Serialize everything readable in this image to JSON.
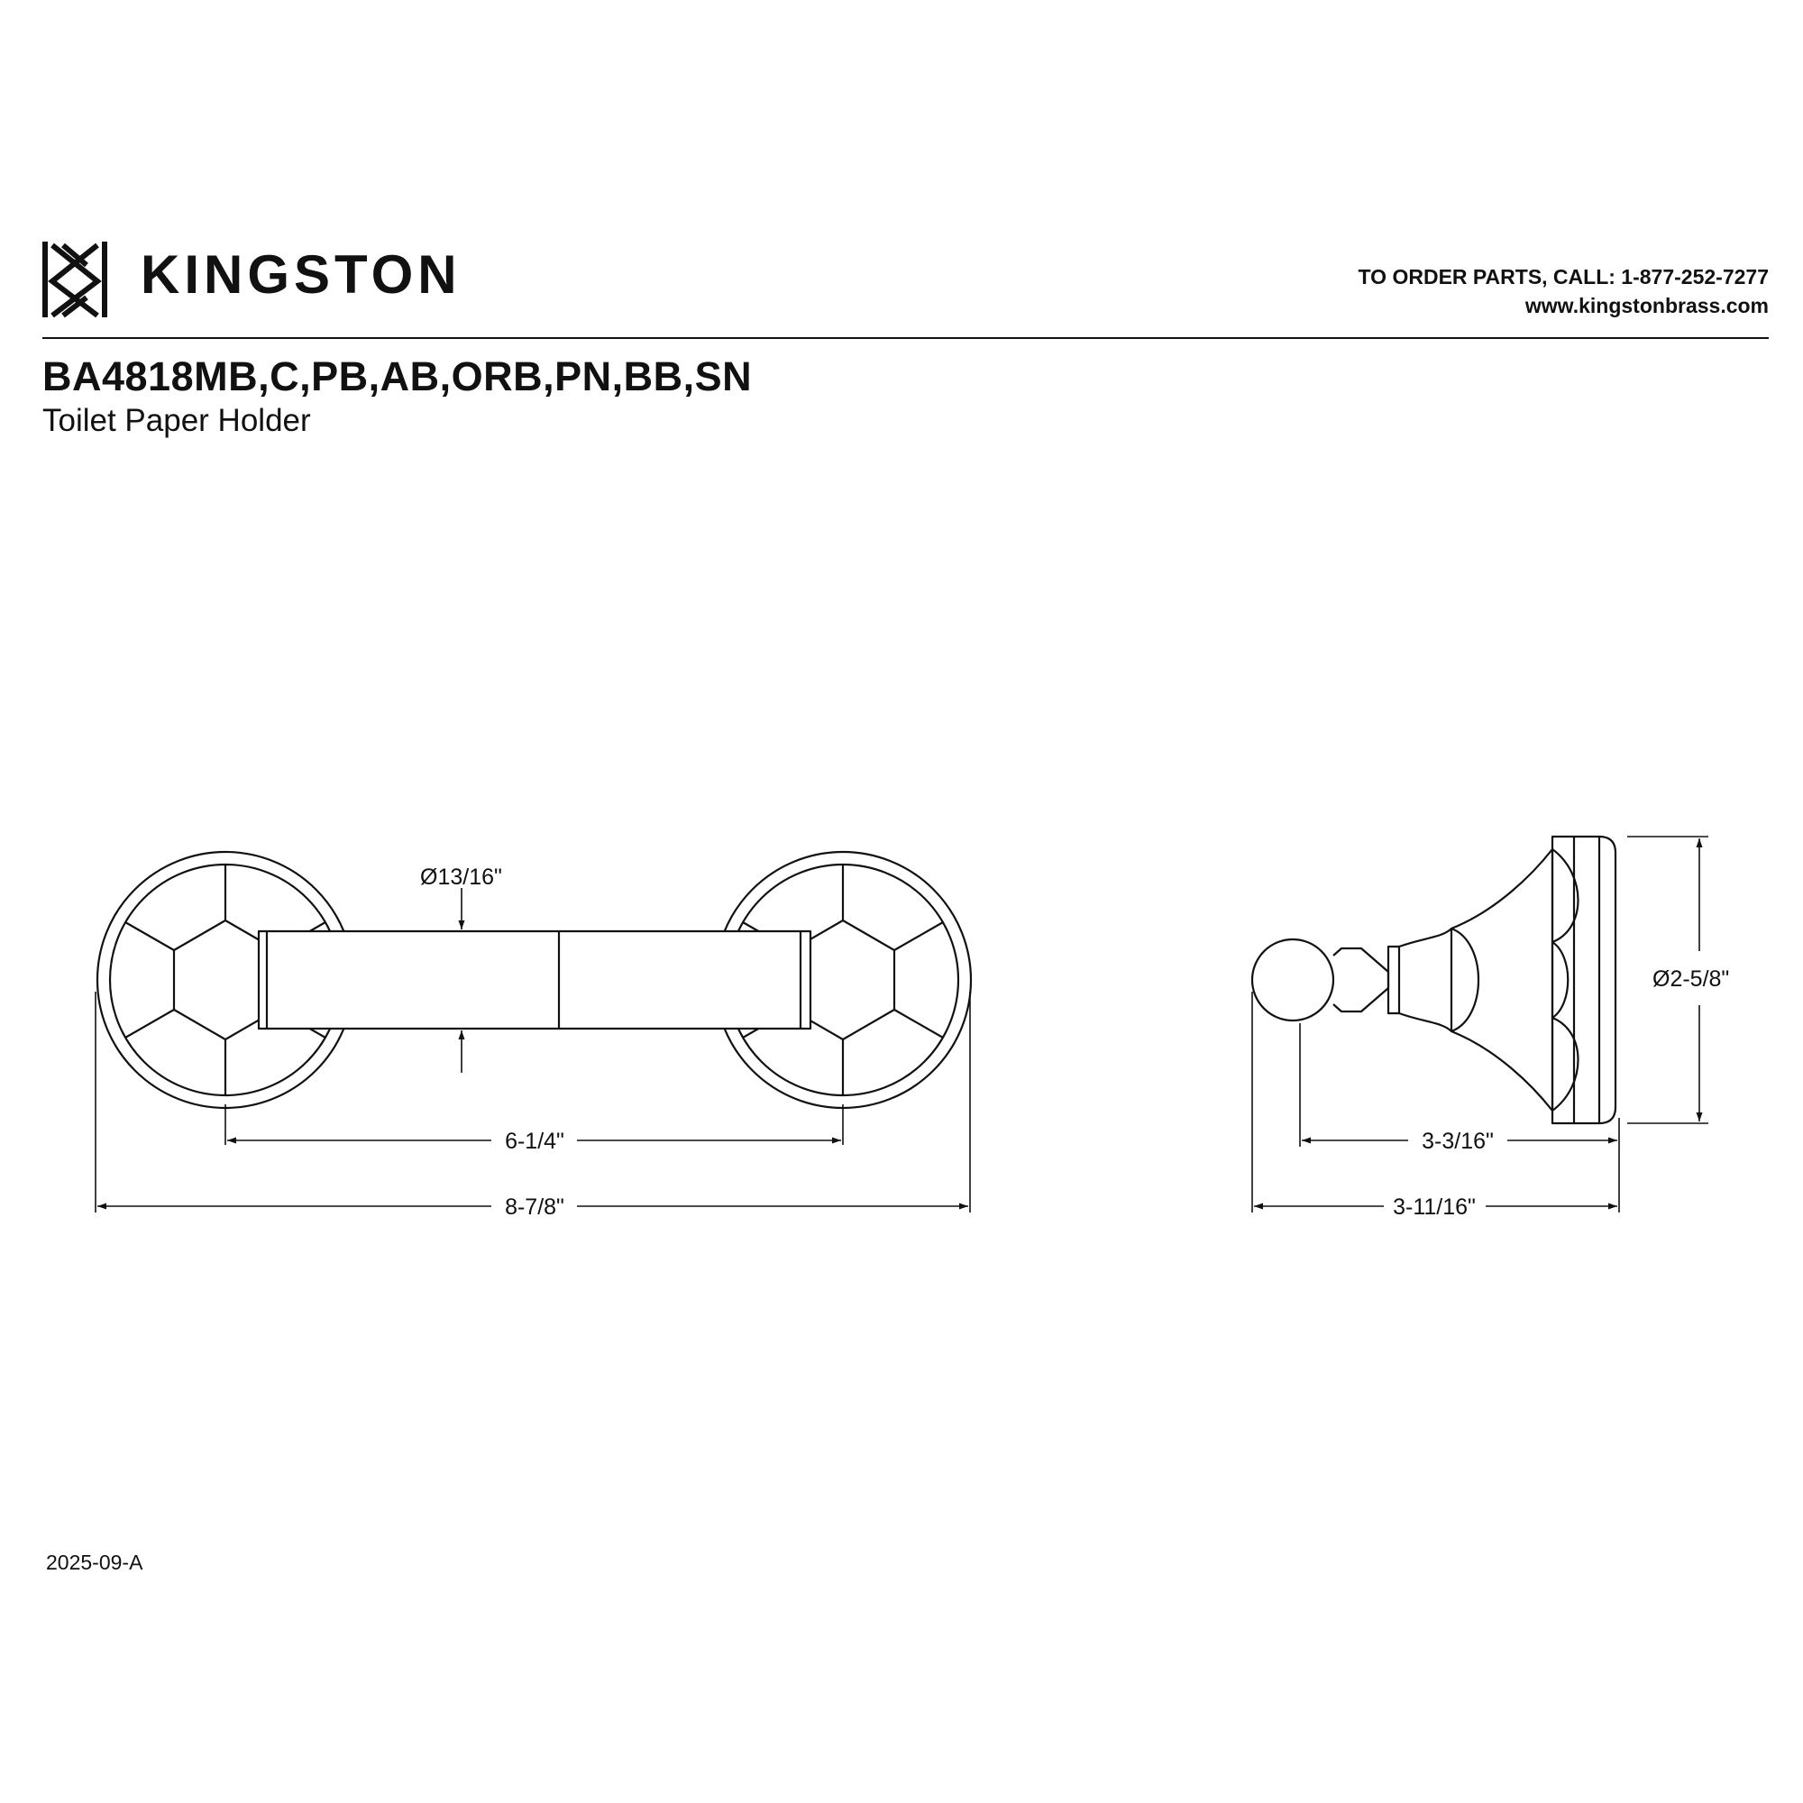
{
  "header": {
    "brand": "KINGSTON",
    "logo_icon": "kingston-monogram-icon",
    "contact_phone": "TO ORDER PARTS, CALL: 1-877-252-7277",
    "contact_web": "www.kingstonbrass.com"
  },
  "product": {
    "model": "BA4818MB,C,PB,AB,ORB,PN,BB,SN",
    "name": "Toilet Paper Holder"
  },
  "dimensions": {
    "rod_diameter": "Ø13/16\"",
    "center_spacing": "6-1/4\"",
    "overall_width": "8-7/8\"",
    "flange_diameter": "Ø2-5/8\"",
    "projection_inner": "3-3/16\"",
    "projection_overall": "3-11/16\""
  },
  "footer": {
    "revision": "2025-09-A"
  }
}
